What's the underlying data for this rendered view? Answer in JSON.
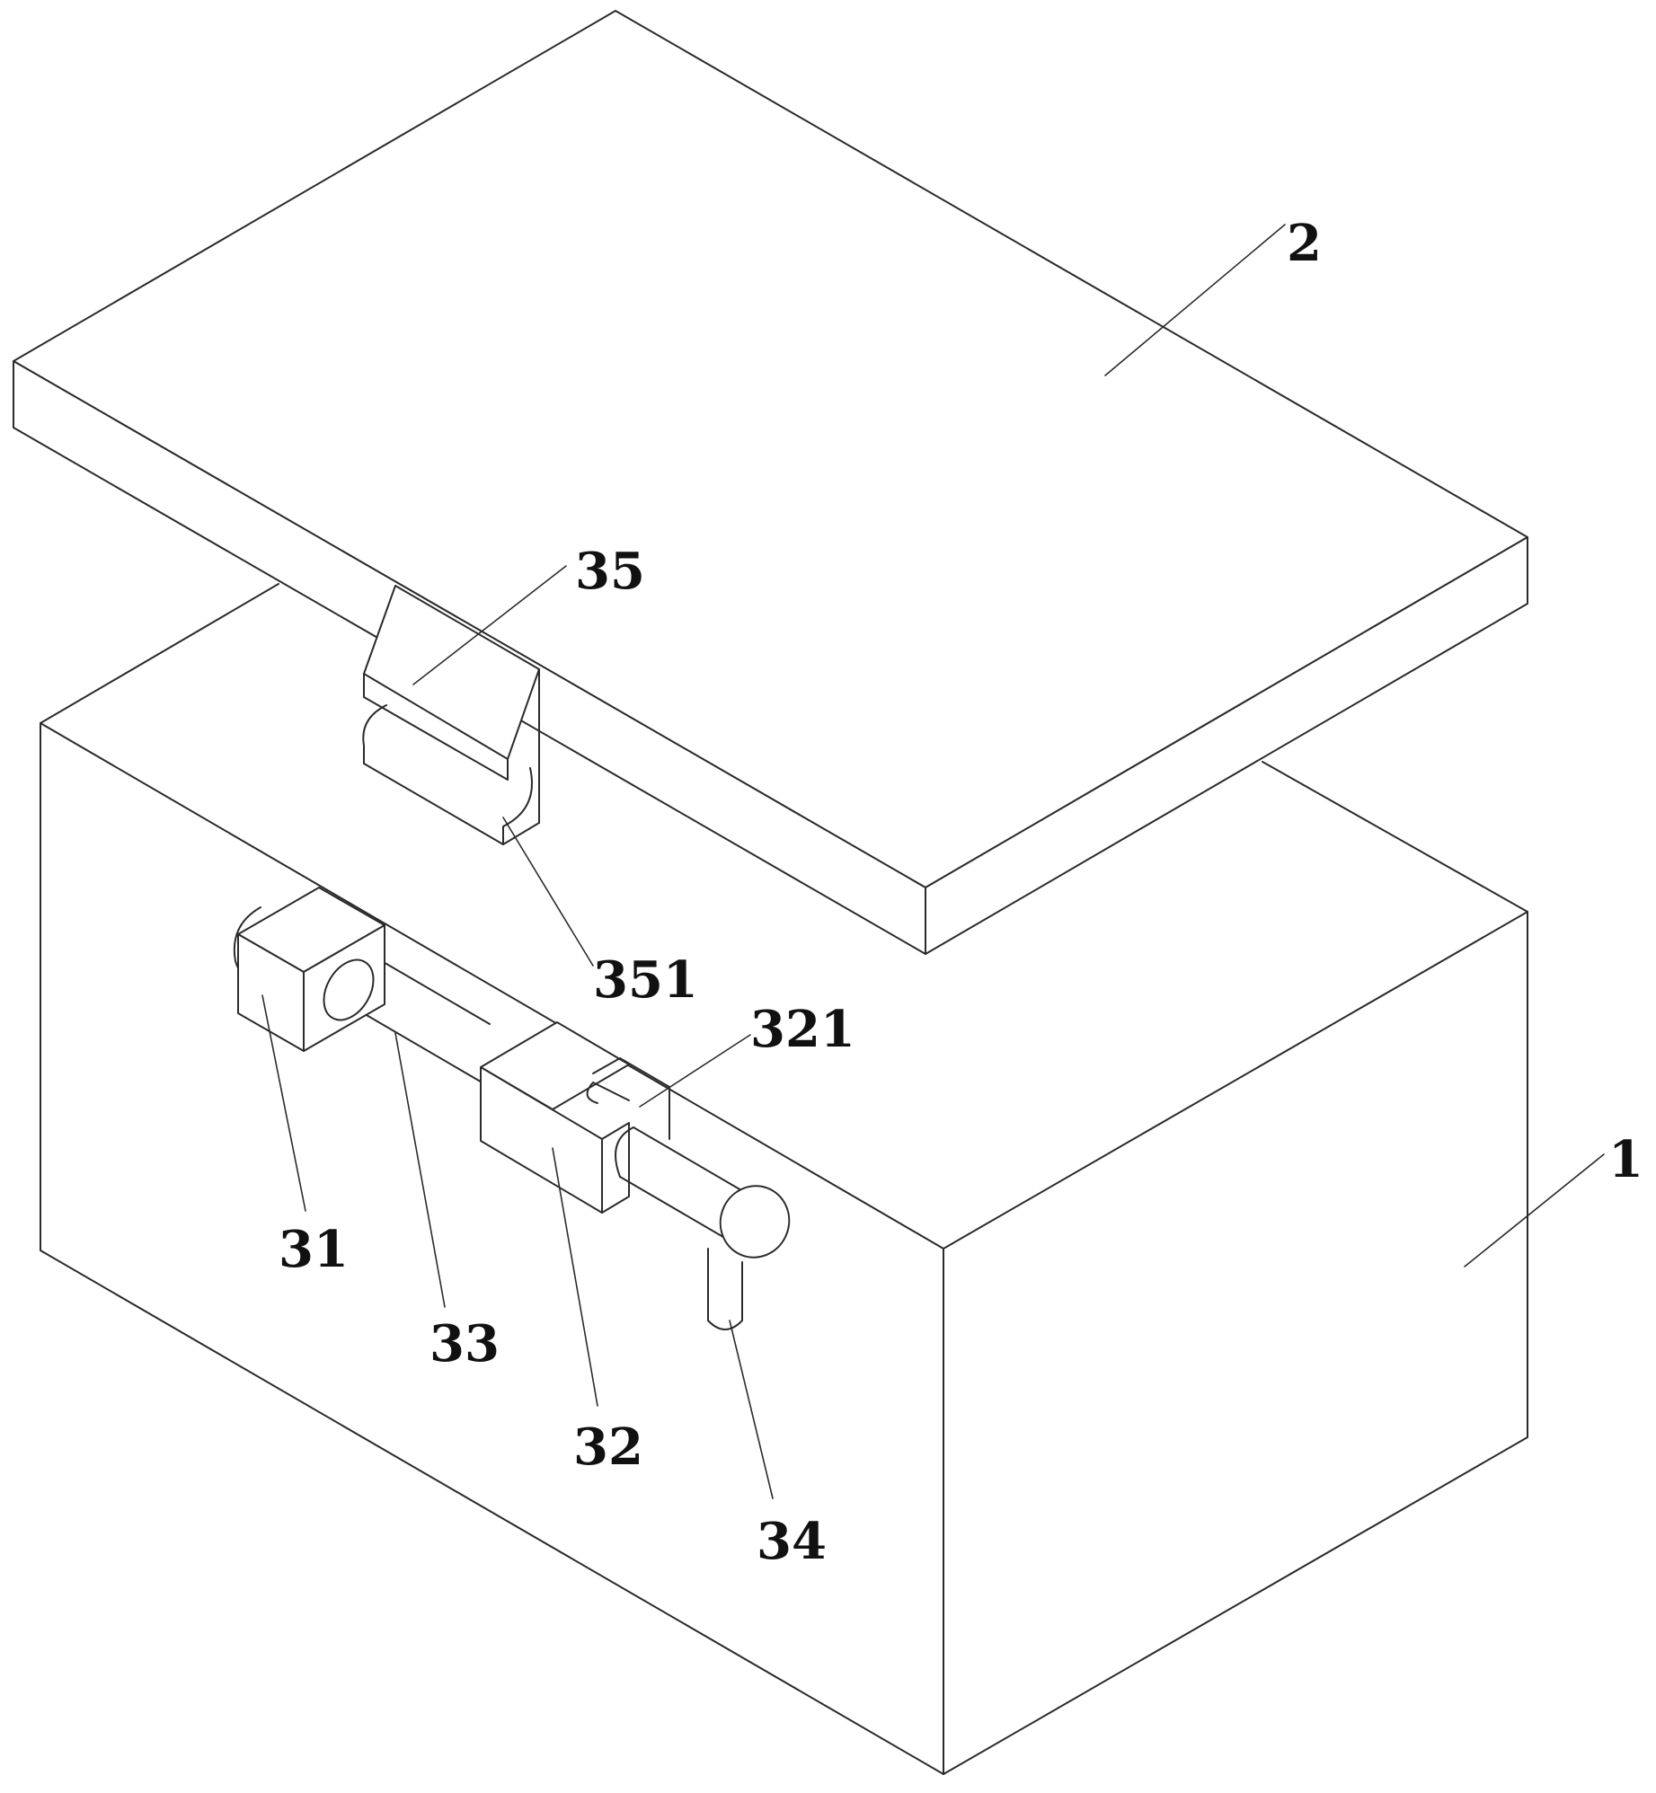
{
  "labels": {
    "box": "1",
    "lid": "2",
    "block_left": "31",
    "block_right": "32",
    "block_right_slot": "321",
    "rod": "33",
    "handle": "34",
    "hook": "35",
    "hook_groove": "351"
  }
}
